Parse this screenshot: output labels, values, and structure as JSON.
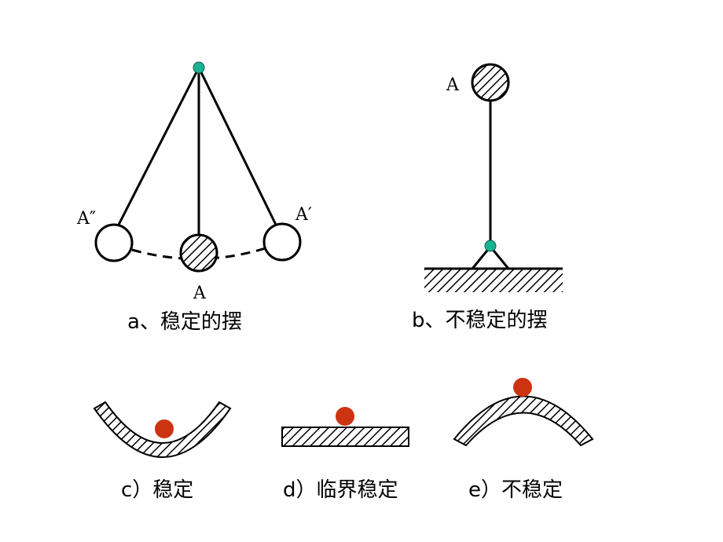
{
  "colors": {
    "pivot": "#19b394",
    "ball": "#cc3311",
    "line": "#000000",
    "hatch_bg": "#ffffff"
  },
  "panel_a": {
    "label_left": "A″",
    "label_right": "A′",
    "label_bottom": "A",
    "caption": "a、稳定的摆"
  },
  "panel_b": {
    "label_top": "A",
    "caption": "b、不稳定的摆"
  },
  "panel_c": {
    "caption": "c）稳定"
  },
  "panel_d": {
    "caption": "d）临界稳定"
  },
  "panel_e": {
    "caption": "e）不稳定"
  }
}
